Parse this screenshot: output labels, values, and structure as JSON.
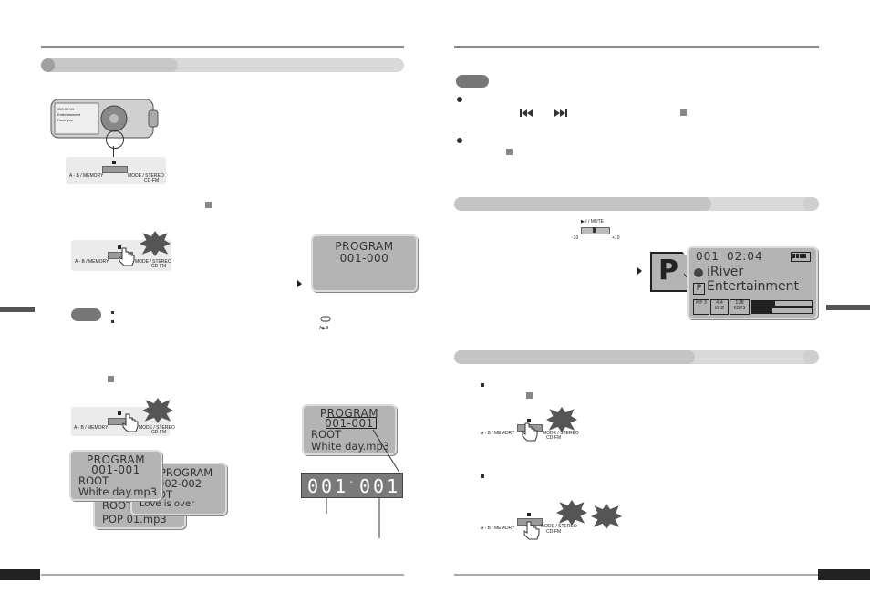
{
  "left_page": {
    "slider_labels": {
      "memory": "A - B / MEMORY",
      "mode": "MODE / STEREO",
      "cdfm": "CD-FM"
    },
    "lcd_program": {
      "title": "PROGRAM",
      "number": "001-000"
    },
    "ab_icon_label": "A▶B",
    "lcd_program_2": {
      "title": "PROGRAM",
      "number": "001-001",
      "row1": "ROOT",
      "row2": "White day.mp3"
    },
    "stack": [
      {
        "title": "PROGRAM",
        "number": "001-001",
        "row1": "ROOT",
        "row2": "White day.mp3"
      },
      {
        "title": "PROGRAM",
        "number": "002-002",
        "row1": "OT",
        "row2": ""
      },
      {
        "title": "",
        "number": "",
        "row1": "ROOT",
        "row2": "Love is over"
      },
      {
        "title": "",
        "number": "",
        "row1": "",
        "row2": "POP 01.mp3"
      }
    ],
    "big_number": {
      "left": "001",
      "sep": "-",
      "right": "001"
    },
    "device_screen": {
      "line1": "004 02:04",
      "line2": "Entertainment",
      "line3": "Have you"
    }
  },
  "right_page": {
    "mute_label": "▶II / MUTE",
    "scale_left": "-10",
    "scale_right": "+10",
    "lcd_player": {
      "track": "001",
      "time": "02:04",
      "artist": "iRiver",
      "title": "Entertainment",
      "badges": [
        "MP 3",
        "4 4 KHZ",
        "128 KBPS"
      ],
      "p_letter": "P"
    },
    "slider_labels": {
      "memory": "A - B / MEMORY",
      "mode": "MODE / STEREO",
      "cdfm": "CD-FM"
    }
  },
  "colors": {
    "rule": "#8a8a8a",
    "band": "#d9d9d9",
    "lcd": "#b4b4b4",
    "burst": "#555555"
  }
}
